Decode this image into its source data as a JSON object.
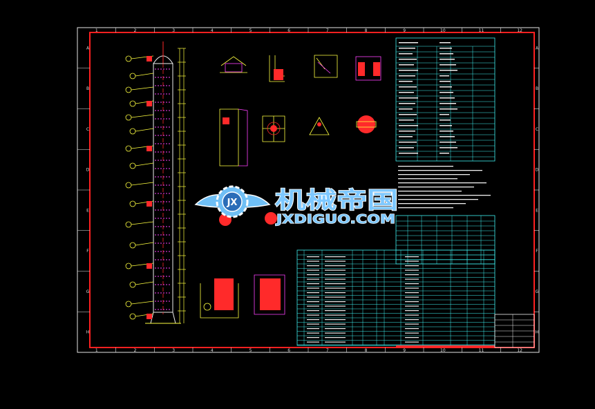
{
  "watermark": {
    "cn_text": "机械帝国",
    "en_text": "JXDIGUO.COM",
    "logo_letters": "JX",
    "color_main": "#7ec8ff",
    "color_edge": "#ffffff"
  },
  "frame": {
    "columns": [
      "1",
      "2",
      "3",
      "4",
      "5",
      "6",
      "7",
      "8",
      "9",
      "10",
      "11",
      "12"
    ],
    "rows": [
      "A",
      "B",
      "C",
      "D",
      "E",
      "F",
      "G",
      "H"
    ],
    "border_color": "#ff2020",
    "outer_color": "#e8e8e8"
  },
  "colors": {
    "red": "#ff2a2a",
    "cyan": "#3ff0f0",
    "yellow": "#ffff40",
    "white": "#f0f0f0",
    "magenta": "#ff40ff",
    "green": "#40ff40",
    "blue": "#4070ff"
  }
}
